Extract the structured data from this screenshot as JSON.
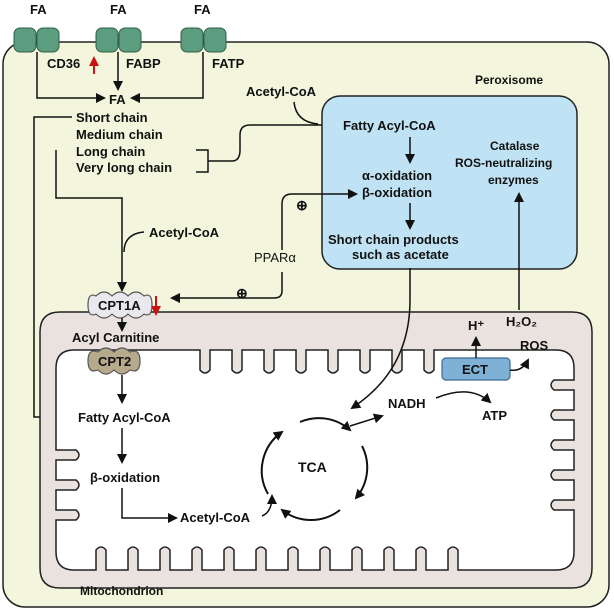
{
  "transporters": {
    "fa_top_1": "FA",
    "fa_top_2": "FA",
    "fa_top_3": "FA",
    "cd36": "CD36",
    "fabp": "FABP",
    "fatp": "FATP"
  },
  "cytosol": {
    "fa": "FA",
    "chains": [
      "Short chain",
      "Medium chain",
      "Long chain",
      "Very long chain"
    ],
    "acetyl_coa_top": "Acetyl-CoA",
    "acetyl_coa_mid": "Acetyl-CoA",
    "pparalpha": "PPARα",
    "plus_1": "⊕",
    "plus_2": "⊕"
  },
  "peroxisome": {
    "title": "Peroxisome",
    "fatty_acyl_coa": "Fatty Acyl-CoA",
    "alpha_ox": "α-oxidation",
    "beta_ox": "β-oxidation",
    "products_line1": "Short chain products",
    "products_line2": "such as acetate",
    "catalase": "Catalase",
    "ros_neutralizing": "ROS-neutralizing",
    "enzymes": "enzymes"
  },
  "mitochondrion": {
    "title": "Mitochondrion",
    "cpt1a": "CPT1A",
    "acyl_carnitine": "Acyl Carnitine",
    "cpt2": "CPT2",
    "fatty_acyl_coa": "Fatty Acyl-CoA",
    "beta_ox": "β-oxidation",
    "acetyl_coa": "Acetyl-CoA",
    "tca": "TCA",
    "nadh": "NADH",
    "atp": "ATP",
    "ect": "ECT",
    "h_plus": "H⁺",
    "h2o2": "H₂O₂",
    "ros": "ROS"
  },
  "colors": {
    "cell_fill": "#f3f6dc",
    "peroxisome_fill": "#bfe3f4",
    "mito_fill": "#e9e2de",
    "transporter": "#5c9d80",
    "cpt2_fill": "#b6a98c",
    "cpt1a_fill": "#e8e8ee",
    "ect_fill": "#7fb0d6",
    "red_arrow": "#cc1111"
  }
}
